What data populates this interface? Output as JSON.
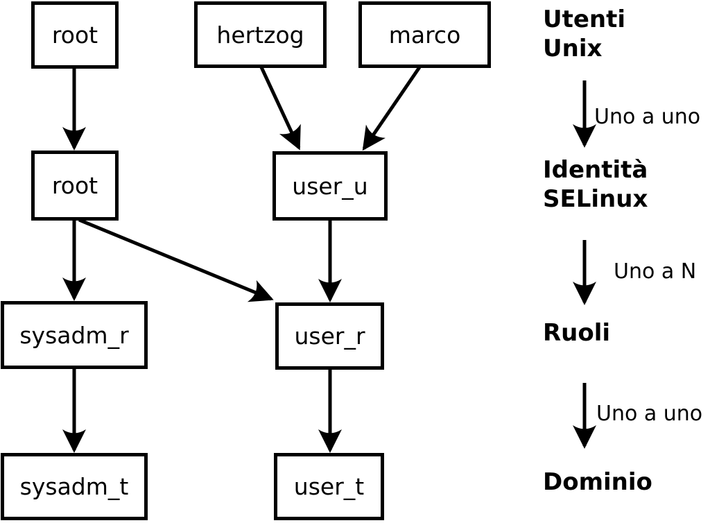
{
  "nodes": {
    "unix_users": [
      {
        "label": "root"
      },
      {
        "label": "hertzog"
      },
      {
        "label": "marco"
      }
    ],
    "selinux_identities": [
      {
        "label": "root"
      },
      {
        "label": "user_u"
      }
    ],
    "roles": [
      {
        "label": "sysadm_r"
      },
      {
        "label": "user_r"
      }
    ],
    "domains": [
      {
        "label": "sysadm_t"
      },
      {
        "label": "user_t"
      }
    ]
  },
  "legend": {
    "levels": [
      {
        "lines": [
          "Utenti",
          "Unix"
        ]
      },
      {
        "lines": [
          "Identità",
          "SELinux"
        ]
      },
      {
        "lines": [
          "Ruoli"
        ]
      },
      {
        "lines": [
          "Dominio"
        ]
      }
    ],
    "relations": [
      {
        "label": "Uno a uno"
      },
      {
        "label": "Uno a N"
      },
      {
        "label": "Uno a uno"
      }
    ]
  },
  "colors": {
    "ink": "#000000",
    "background": "#ffffff"
  }
}
